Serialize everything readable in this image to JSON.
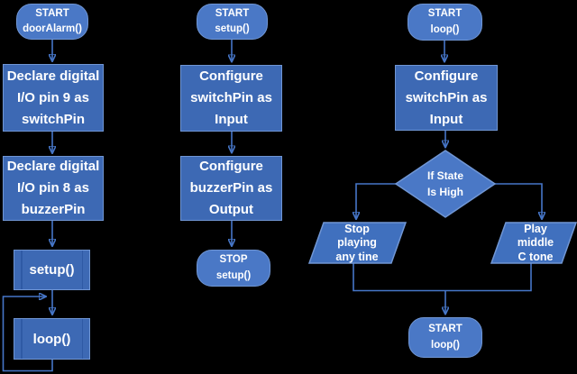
{
  "diagram": {
    "description": "Arduino door alarm flowcharts",
    "colors": {
      "background": "#000000",
      "process_fill": "#3D69B4",
      "terminal_fill": "#4A78C6",
      "shape_border": "#7096D4",
      "connector": "#4676C8",
      "text": "#FFFFFF"
    },
    "charts": [
      {
        "name": "doorAlarm",
        "nodes": [
          {
            "shape": "terminal",
            "label": "START\ndoorAlarm()"
          },
          {
            "shape": "process",
            "label": "Declare digital\nI/O pin 9 as\nswitchPin"
          },
          {
            "shape": "process",
            "label": "Declare digital\nI/O pin 8 as\nbuzzerPin"
          },
          {
            "shape": "subroutine",
            "label": "setup()"
          },
          {
            "shape": "subroutine",
            "label": "loop()"
          }
        ]
      },
      {
        "name": "setup",
        "nodes": [
          {
            "shape": "terminal",
            "label": "START\nsetup()"
          },
          {
            "shape": "process",
            "label": "Configure\nswitchPin as\nInput"
          },
          {
            "shape": "process",
            "label": "Configure\nbuzzerPin as\nOutput"
          },
          {
            "shape": "terminal",
            "label": "STOP\nsetup()"
          }
        ]
      },
      {
        "name": "loop",
        "nodes": [
          {
            "shape": "terminal",
            "label": "START\nloop()"
          },
          {
            "shape": "process",
            "label": "Configure\nswitchPin as\nInput"
          },
          {
            "shape": "decision",
            "label": "If State\nIs High"
          },
          {
            "shape": "io",
            "label": "Stop\nplaying\nany tine"
          },
          {
            "shape": "io",
            "label": "Play\nmiddle\nC tone"
          },
          {
            "shape": "terminal",
            "label": "START\nloop()"
          }
        ]
      }
    ]
  }
}
